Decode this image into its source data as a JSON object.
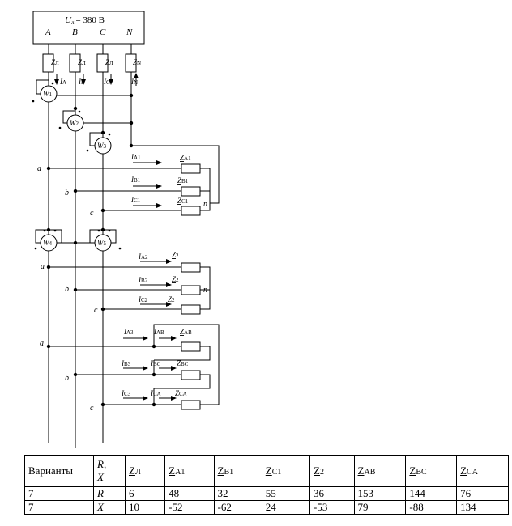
{
  "source": {
    "label": "U",
    "sub": "л",
    "value": "= 380 В"
  },
  "phases": [
    "A",
    "B",
    "C",
    "N"
  ],
  "line_impedance": {
    "z": "Z",
    "sub": "Л",
    "n_sub": "N"
  },
  "line_currents": [
    {
      "i": "I",
      "sub": "A"
    },
    {
      "i": "I",
      "sub": "B"
    },
    {
      "i": "I",
      "sub": "C"
    },
    {
      "i": "I",
      "sub": "N"
    }
  ],
  "wattmeters": [
    {
      "w": "W",
      "sub": "1"
    },
    {
      "w": "W",
      "sub": "2"
    },
    {
      "w": "W",
      "sub": "3"
    },
    {
      "w": "W",
      "sub": "4"
    },
    {
      "w": "W",
      "sub": "5"
    }
  ],
  "nodes": {
    "a": "a",
    "b": "b",
    "c": "c",
    "n": "n"
  },
  "load1": {
    "currents": [
      {
        "i": "I",
        "sub": "A1"
      },
      {
        "i": "I",
        "sub": "B1"
      },
      {
        "i": "I",
        "sub": "C1"
      }
    ],
    "impedances": [
      {
        "z": "Z",
        "sub": "A1"
      },
      {
        "z": "Z",
        "sub": "B1"
      },
      {
        "z": "Z",
        "sub": "C1"
      }
    ]
  },
  "load2": {
    "currents": [
      {
        "i": "I",
        "sub": "A2"
      },
      {
        "i": "I",
        "sub": "B2"
      },
      {
        "i": "I",
        "sub": "C2"
      }
    ],
    "impedances": [
      {
        "z": "Z",
        "sub": "2"
      },
      {
        "z": "Z",
        "sub": "2"
      },
      {
        "z": "Z",
        "sub": "2"
      }
    ]
  },
  "load3": {
    "line_currents": [
      {
        "i": "I",
        "sub": "A3"
      },
      {
        "i": "I",
        "sub": "B3"
      },
      {
        "i": "I",
        "sub": "C3"
      }
    ],
    "phase_currents": [
      {
        "i": "I",
        "sub": "AB"
      },
      {
        "i": "I",
        "sub": "BC"
      },
      {
        "i": "I",
        "sub": "CA"
      }
    ],
    "impedances": [
      {
        "z": "Z",
        "sub": "AB"
      },
      {
        "z": "Z",
        "sub": "BC"
      },
      {
        "z": "Z",
        "sub": "CA"
      }
    ]
  },
  "table": {
    "header": {
      "variants": "Варианты",
      "rx_top": "R,",
      "rx_bottom": "X",
      "cols": [
        {
          "z": "Z",
          "sub": "Л"
        },
        {
          "z": "Z",
          "sub": "A1"
        },
        {
          "z": "Z",
          "sub": "B1"
        },
        {
          "z": "Z",
          "sub": "C1"
        },
        {
          "z": "Z",
          "sub": "2"
        },
        {
          "z": "Z",
          "sub": "AB"
        },
        {
          "z": "Z",
          "sub": "BC"
        },
        {
          "z": "Z",
          "sub": "CA"
        }
      ]
    },
    "rows": [
      {
        "variant": "7",
        "param": "R",
        "values": [
          "6",
          "48",
          "32",
          "55",
          "36",
          "153",
          "144",
          "76"
        ]
      },
      {
        "variant": "7",
        "param": "X",
        "values": [
          "10",
          "-52",
          "-62",
          "24",
          "-53",
          "79",
          "-88",
          "134"
        ]
      }
    ]
  }
}
